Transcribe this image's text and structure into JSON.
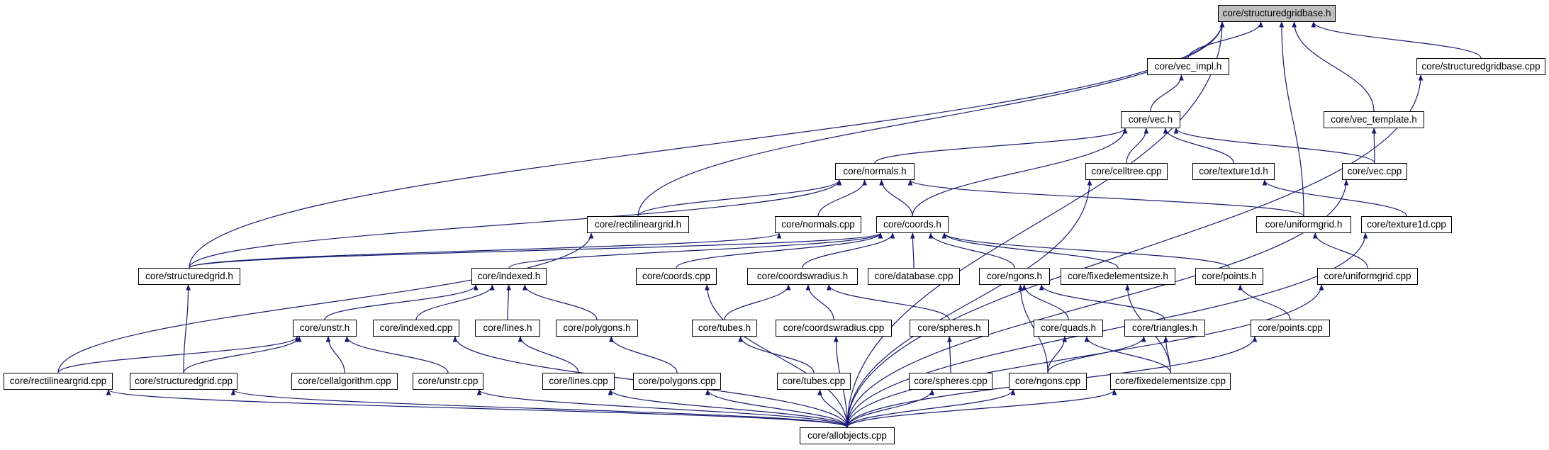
{
  "nodes": {
    "root": "core/structuredgridbase.h",
    "vec_impl_h": "core/vec_impl.h",
    "structuredgridbase_cpp": "core/structuredgridbase.cpp",
    "vec_h": "core/vec.h",
    "vec_template_h": "core/vec_template.h",
    "normals_h": "core/normals.h",
    "celltree_cpp": "core/celltree.cpp",
    "texture1d_h": "core/texture1d.h",
    "vec_cpp": "core/vec.cpp",
    "rectilineargrid_h": "core/rectilineargrid.h",
    "normals_cpp": "core/normals.cpp",
    "coords_h": "core/coords.h",
    "uniformgrid_h": "core/uniformgrid.h",
    "texture1d_cpp": "core/texture1d.cpp",
    "structuredgrid_h": "core/structuredgrid.h",
    "indexed_h": "core/indexed.h",
    "coords_cpp": "core/coords.cpp",
    "coordswradius_h": "core/coordswradius.h",
    "database_cpp": "core/database.cpp",
    "ngons_h": "core/ngons.h",
    "fixedelementsize_h": "core/fixedelementsize.h",
    "points_h": "core/points.h",
    "uniformgrid_cpp": "core/uniformgrid.cpp",
    "unstr_h": "core/unstr.h",
    "indexed_cpp": "core/indexed.cpp",
    "lines_h": "core/lines.h",
    "polygons_h": "core/polygons.h",
    "tubes_h": "core/tubes.h",
    "coordswradius_cpp": "core/coordswradius.cpp",
    "spheres_h": "core/spheres.h",
    "quads_h": "core/quads.h",
    "triangles_h": "core/triangles.h",
    "points_cpp": "core/points.cpp",
    "rectilineargrid_cpp": "core/rectilineargrid.cpp",
    "structuredgrid_cpp": "core/structuredgrid.cpp",
    "cellalgorithm_cpp": "core/cellalgorithm.cpp",
    "unstr_cpp": "core/unstr.cpp",
    "lines_cpp": "core/lines.cpp",
    "polygons_cpp": "core/polygons.cpp",
    "tubes_cpp": "core/tubes.cpp",
    "spheres_cpp": "core/spheres.cpp",
    "ngons_cpp": "core/ngons.cpp",
    "fixedelementsize_cpp": "core/fixedelementsize.cpp",
    "allobjects_cpp": "core/allobjects.cpp"
  },
  "edges": [
    [
      "vec_impl_h",
      "root"
    ],
    [
      "structuredgridbase_cpp",
      "root"
    ],
    [
      "vec_template_h",
      "root"
    ],
    [
      "uniformgrid_h",
      "root"
    ],
    [
      "rectilineargrid_h",
      "root"
    ],
    [
      "structuredgrid_h",
      "root"
    ],
    [
      "allobjects_cpp",
      "root"
    ],
    [
      "vec_h",
      "vec_impl_h"
    ],
    [
      "allobjects_cpp",
      "structuredgridbase_cpp"
    ],
    [
      "vec_cpp",
      "vec_template_h"
    ],
    [
      "normals_h",
      "vec_h"
    ],
    [
      "coords_h",
      "vec_h"
    ],
    [
      "celltree_cpp",
      "vec_h"
    ],
    [
      "texture1d_h",
      "vec_h"
    ],
    [
      "vec_cpp",
      "vec_h"
    ],
    [
      "rectilineargrid_h",
      "normals_h"
    ],
    [
      "normals_cpp",
      "normals_h"
    ],
    [
      "coords_h",
      "normals_h"
    ],
    [
      "uniformgrid_h",
      "normals_h"
    ],
    [
      "structuredgrid_h",
      "normals_h"
    ],
    [
      "allobjects_cpp",
      "celltree_cpp"
    ],
    [
      "texture1d_cpp",
      "texture1d_h"
    ],
    [
      "allobjects_cpp",
      "vec_cpp"
    ],
    [
      "rectilineargrid_cpp",
      "rectilineargrid_h"
    ],
    [
      "structuredgrid_h",
      "normals_cpp"
    ],
    [
      "uniformgrid_cpp",
      "uniformgrid_h"
    ],
    [
      "allobjects_cpp",
      "texture1d_cpp"
    ],
    [
      "structuredgrid_h",
      "coords_h"
    ],
    [
      "indexed_h",
      "coords_h"
    ],
    [
      "coords_cpp",
      "coords_h"
    ],
    [
      "coordswradius_h",
      "coords_h"
    ],
    [
      "database_cpp",
      "coords_h"
    ],
    [
      "ngons_h",
      "coords_h"
    ],
    [
      "fixedelementsize_h",
      "coords_h"
    ],
    [
      "points_h",
      "coords_h"
    ],
    [
      "structuredgrid_cpp",
      "structuredgrid_h"
    ],
    [
      "unstr_h",
      "indexed_h"
    ],
    [
      "indexed_cpp",
      "indexed_h"
    ],
    [
      "lines_h",
      "indexed_h"
    ],
    [
      "polygons_h",
      "indexed_h"
    ],
    [
      "allobjects_cpp",
      "coords_cpp"
    ],
    [
      "tubes_h",
      "coordswradius_h"
    ],
    [
      "coordswradius_cpp",
      "coordswradius_h"
    ],
    [
      "spheres_h",
      "coordswradius_h"
    ],
    [
      "quads_h",
      "ngons_h"
    ],
    [
      "triangles_h",
      "ngons_h"
    ],
    [
      "ngons_cpp",
      "ngons_h"
    ],
    [
      "fixedelementsize_cpp",
      "fixedelementsize_h"
    ],
    [
      "points_cpp",
      "points_h"
    ],
    [
      "allobjects_cpp",
      "uniformgrid_cpp"
    ],
    [
      "rectilineargrid_cpp",
      "unstr_h"
    ],
    [
      "structuredgrid_cpp",
      "unstr_h"
    ],
    [
      "cellalgorithm_cpp",
      "unstr_h"
    ],
    [
      "unstr_cpp",
      "unstr_h"
    ],
    [
      "allobjects_cpp",
      "indexed_cpp"
    ],
    [
      "lines_cpp",
      "lines_h"
    ],
    [
      "polygons_cpp",
      "polygons_h"
    ],
    [
      "tubes_cpp",
      "tubes_h"
    ],
    [
      "allobjects_cpp",
      "coordswradius_cpp"
    ],
    [
      "spheres_cpp",
      "spheres_h"
    ],
    [
      "ngons_cpp",
      "quads_h"
    ],
    [
      "fixedelementsize_cpp",
      "quads_h"
    ],
    [
      "ngons_cpp",
      "triangles_h"
    ],
    [
      "fixedelementsize_cpp",
      "triangles_h"
    ],
    [
      "allobjects_cpp",
      "points_cpp"
    ],
    [
      "allobjects_cpp",
      "rectilineargrid_cpp"
    ],
    [
      "allobjects_cpp",
      "structuredgrid_cpp"
    ],
    [
      "allobjects_cpp",
      "unstr_cpp"
    ],
    [
      "allobjects_cpp",
      "lines_cpp"
    ],
    [
      "allobjects_cpp",
      "polygons_cpp"
    ],
    [
      "allobjects_cpp",
      "tubes_cpp"
    ],
    [
      "allobjects_cpp",
      "spheres_cpp"
    ],
    [
      "allobjects_cpp",
      "ngons_cpp"
    ],
    [
      "allobjects_cpp",
      "fixedelementsize_cpp"
    ]
  ],
  "colors": {
    "edge": "#191970",
    "node_border": "#000000",
    "root_fill": "#bfbfbf"
  }
}
